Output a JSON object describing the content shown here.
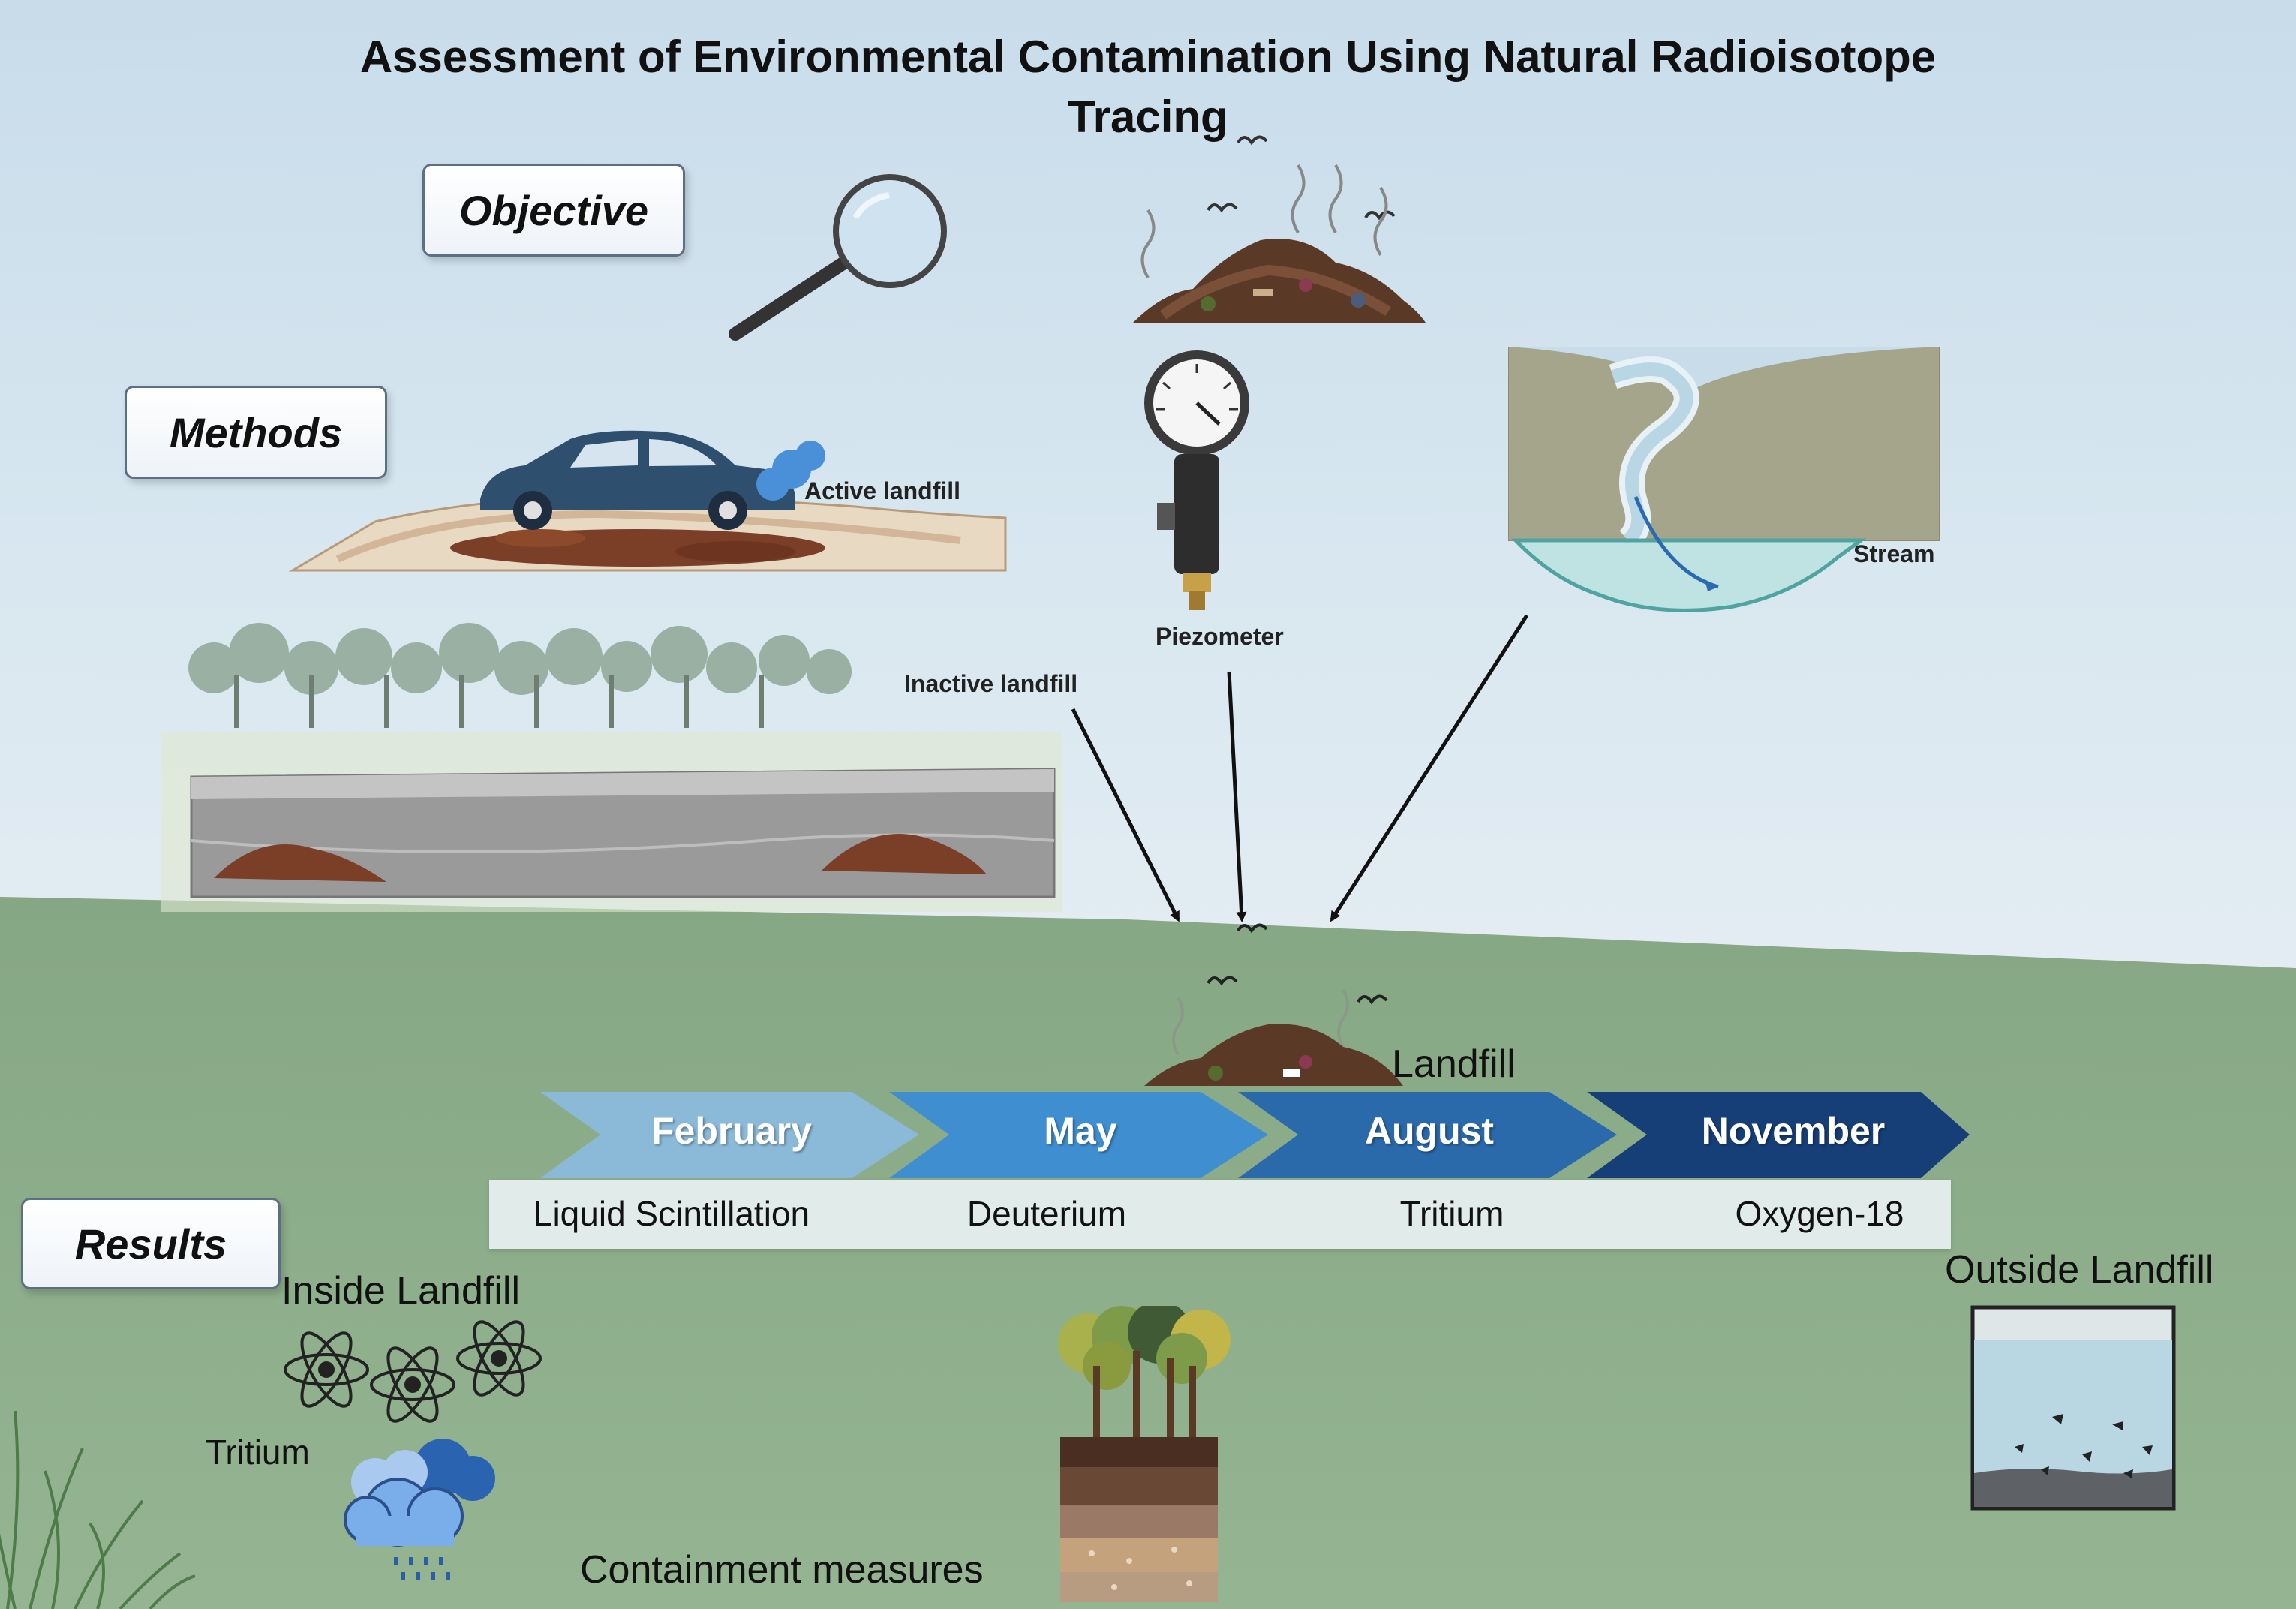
{
  "title_line1": "Assessment of Environmental Contamination Using Natural Radioisotope",
  "title_line2": "Tracing",
  "boxes": {
    "objective": "Objective",
    "methods": "Methods",
    "results": "Results"
  },
  "labels": {
    "active_landfill": "Active landfill",
    "inactive_landfill": "Inactive landfill",
    "piezometer": "Piezometer",
    "stream": "Stream",
    "landfill": "Landfill",
    "inside_landfill": "Inside Landfill",
    "outside_landfill": "Outside Landfill",
    "tritium": "Tritium",
    "containment": "Containment measures"
  },
  "timeline": {
    "months": [
      "February",
      "May",
      "August",
      "November"
    ],
    "measures": [
      "Liquid Scintillation",
      "Deuterium",
      "Tritium",
      "Oxygen-18"
    ],
    "colors": [
      "#7fb3d6",
      "#3f8fd0",
      "#2a6aaa",
      "#163f78"
    ]
  },
  "colors": {
    "ground": "#8fb08c",
    "sky": "#d8e7f0",
    "soil": "#7a3f26"
  }
}
